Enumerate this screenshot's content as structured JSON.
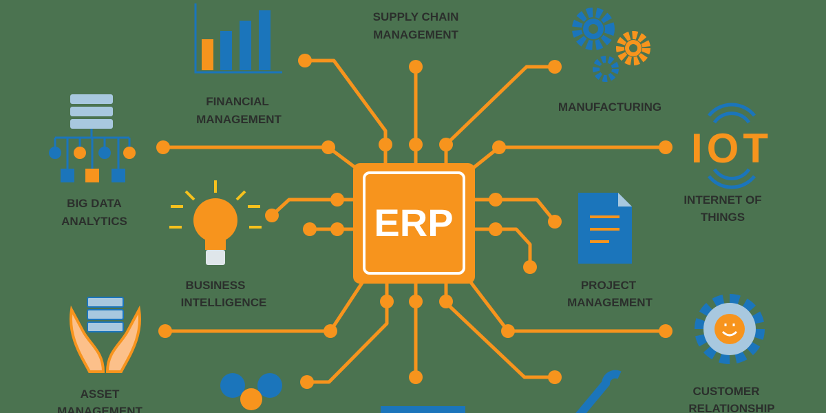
{
  "center": {
    "label": "ERP"
  },
  "modules": [
    {
      "line1": "FINANCIAL",
      "line2": "MANAGEMENT",
      "icon": "bar-chart-icon"
    },
    {
      "line1": "SUPPLY CHAIN",
      "line2": "MANAGEMENT",
      "icon": "truck-icon"
    },
    {
      "line1": "MANUFACTURING",
      "line2": "",
      "icon": "gears-icon"
    },
    {
      "line1": "BIG DATA",
      "line2": "ANALYTICS",
      "icon": "data-tree-icon"
    },
    {
      "line1": "INTERNET OF",
      "line2": "THINGS",
      "icon": "iot-icon"
    },
    {
      "line1": "BUSINESS",
      "line2": "INTELLIGENCE",
      "icon": "lightbulb-icon"
    },
    {
      "line1": "PROJECT",
      "line2": "MANAGEMENT",
      "icon": "document-icon"
    },
    {
      "line1": "ASSET",
      "line2": "MANAGEMENT",
      "icon": "hands-server-icon"
    },
    {
      "line1": "CUSTOMER",
      "line2": "RELATIONSHIP",
      "icon": "smile-gear-icon"
    }
  ],
  "iot_icon_text": "IOT",
  "colors": {
    "background": "#4b7350",
    "accent": "#f7941d",
    "blue": "#1b75bb",
    "text": "#2b2f2c"
  }
}
